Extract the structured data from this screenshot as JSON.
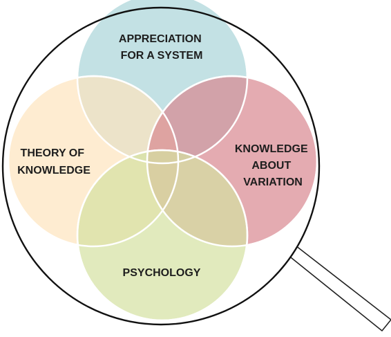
{
  "diagram": {
    "circles": {
      "top": {
        "label": [
          "APPRECIATION",
          "FOR A SYSTEM"
        ],
        "color": "#a9d4d8"
      },
      "left": {
        "label": [
          "THEORY OF",
          "KNOWLEDGE"
        ],
        "color": "#fde4bd"
      },
      "right": {
        "label": [
          "KNOWLEDGE",
          "ABOUT",
          "VARIATION"
        ],
        "color": "#d98890"
      },
      "bottom": {
        "label": [
          "PSYCHOLOGY"
        ],
        "color": "#d4e1a1"
      }
    },
    "lens_border_color": "#111111",
    "handle_fill": "#ffffff"
  }
}
